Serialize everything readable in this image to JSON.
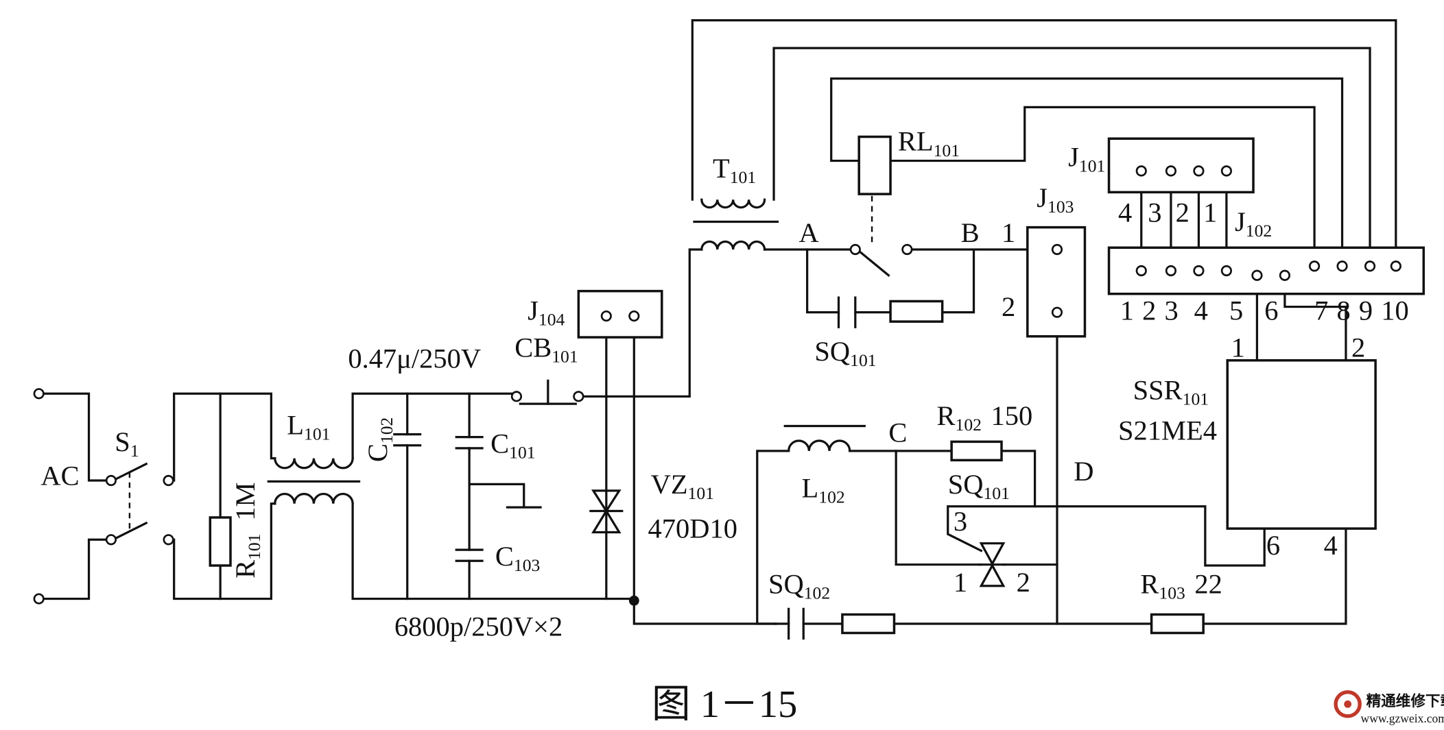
{
  "figure": {
    "caption": "图 1－15",
    "watermark": {
      "site_name": "精通维修下载",
      "url": "www.gzweix.com",
      "logo_color": "#c0392b"
    }
  },
  "labels": {
    "ac": "AC",
    "s1": {
      "main": "S",
      "sub": "1"
    },
    "r101": {
      "main": "R",
      "sub": "101",
      "value": "1M"
    },
    "l101": {
      "main": "L",
      "sub": "101"
    },
    "c102": {
      "main": "C",
      "sub": "102"
    },
    "c101": {
      "main": "C",
      "sub": "101"
    },
    "c103": {
      "main": "C",
      "sub": "103"
    },
    "cap_rating_top": "0.47μ/250V",
    "cap_rating_bottom": "6800p/250V×2",
    "j104": {
      "main": "J",
      "sub": "104"
    },
    "cb101": {
      "main": "CB",
      "sub": "101"
    },
    "vz101": {
      "main": "VZ",
      "sub": "101",
      "part": "470D10"
    },
    "t101": {
      "main": "T",
      "sub": "101"
    },
    "rl101": {
      "main": "RL",
      "sub": "101"
    },
    "node_a": "A",
    "node_b": "B",
    "node_c": "C",
    "node_d": "D",
    "sq101_top": {
      "main": "SQ",
      "sub": "101"
    },
    "sq101_mid": {
      "main": "SQ",
      "sub": "101"
    },
    "sq102": {
      "main": "SQ",
      "sub": "102"
    },
    "j103": {
      "main": "J",
      "sub": "103",
      "pin_1": "1",
      "pin_2": "2"
    },
    "j101": {
      "main": "J",
      "sub": "101",
      "pins": [
        "4",
        "3",
        "2",
        "1"
      ]
    },
    "j102": {
      "main": "J",
      "sub": "102",
      "pins": [
        "1",
        "2",
        "3",
        "4",
        "5",
        "6",
        "7",
        "8",
        "9",
        "10"
      ]
    },
    "l102": {
      "main": "L",
      "sub": "102"
    },
    "r102": {
      "main": "R",
      "sub": "102",
      "value": "150"
    },
    "r103": {
      "main": "R",
      "sub": "103",
      "value": "22"
    },
    "triac": {
      "pin_1": "1",
      "pin_2": "2",
      "pin_3": "3"
    },
    "ssr101": {
      "main": "SSR",
      "sub": "101",
      "part": "S21ME4",
      "pin_1": "1",
      "pin_2": "2",
      "pin_4": "4",
      "pin_6": "6"
    }
  }
}
